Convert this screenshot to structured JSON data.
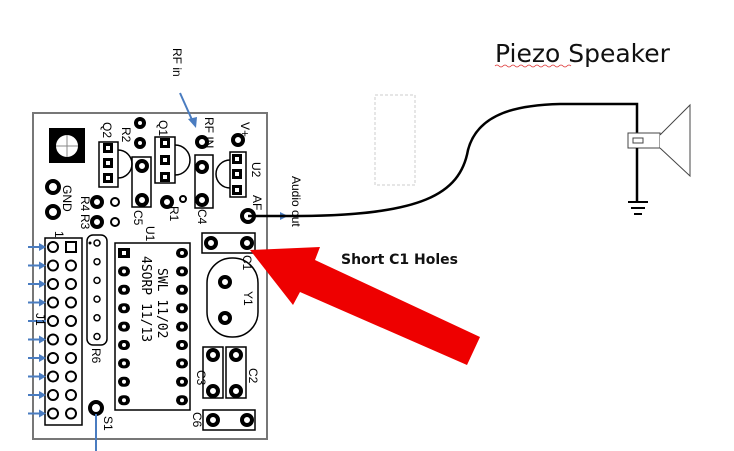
{
  "title": "Piezo Speaker",
  "annotation": "Short C1 Holes",
  "colors": {
    "arrow": "#ee0000",
    "signal": "#4a7cc0",
    "wire": "#000000"
  },
  "pcb": {
    "labels": {
      "q2": "Q2",
      "r2": "R2",
      "q1": "Q1",
      "rf_in": "RF IN",
      "v_plus": "V+",
      "u2": "U2",
      "af": "AF",
      "gnd": "GND",
      "r4": "R4",
      "r3": "R3",
      "c5": "C5",
      "r1": "R1",
      "c4": "C4",
      "u1": "U1",
      "c1": "C1",
      "y1": "Y1",
      "c3": "C3",
      "c2": "C2",
      "c6": "C6",
      "r6": "R6",
      "s1": "S1",
      "j1": "J1",
      "pin1": "1"
    },
    "chip_text": [
      "SWL 11/02",
      "4SORP 11/13"
    ]
  },
  "signals": {
    "rf_in": "RF in",
    "audio_out": "Audio out"
  }
}
